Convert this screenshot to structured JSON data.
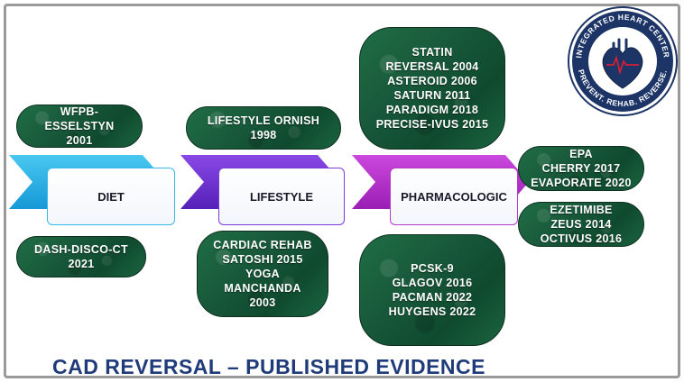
{
  "title": "CAD REVERSAL – PUBLISHED EVIDENCE",
  "logo": {
    "ring_text": "INTEGRATED HEART CENTER",
    "tagline": "PREVENT. REHAB. REVERSE."
  },
  "stages": [
    {
      "label": "DIET",
      "color": "#1fb3e6"
    },
    {
      "label": "LIFESTYLE",
      "color": "#6a2ad0"
    },
    {
      "label": "PHARMACOLOGIC",
      "color": "#b22ac8"
    }
  ],
  "boxes": {
    "diet_top": [
      "WFPB-",
      "ESSELSTYN",
      "2001"
    ],
    "diet_bottom": [
      "DASH-DISCO-CT",
      "2021"
    ],
    "lifestyle_top": [
      "LIFESTYLE ORNISH",
      "1998"
    ],
    "lifestyle_bottom": [
      "CARDIAC REHAB",
      "SATOSHI 2015",
      "YOGA",
      "MANCHANDA",
      "2003"
    ],
    "statin": [
      "STATIN",
      "REVERSAL 2004",
      "ASTEROID 2006",
      "SATURN 2011",
      "PARADIGM 2018",
      "PRECISE-IVUS 2015"
    ],
    "pcsk9": [
      "PCSK-9",
      "GLAGOV 2016",
      "PACMAN 2022",
      "HUYGENS 2022"
    ],
    "epa": [
      "EPA",
      "CHERRY 2017",
      "EVAPORATE 2020"
    ],
    "ezetimibe": [
      "EZETIMIBE",
      "ZEUS 2014",
      "OCTIVUS 2016"
    ]
  }
}
